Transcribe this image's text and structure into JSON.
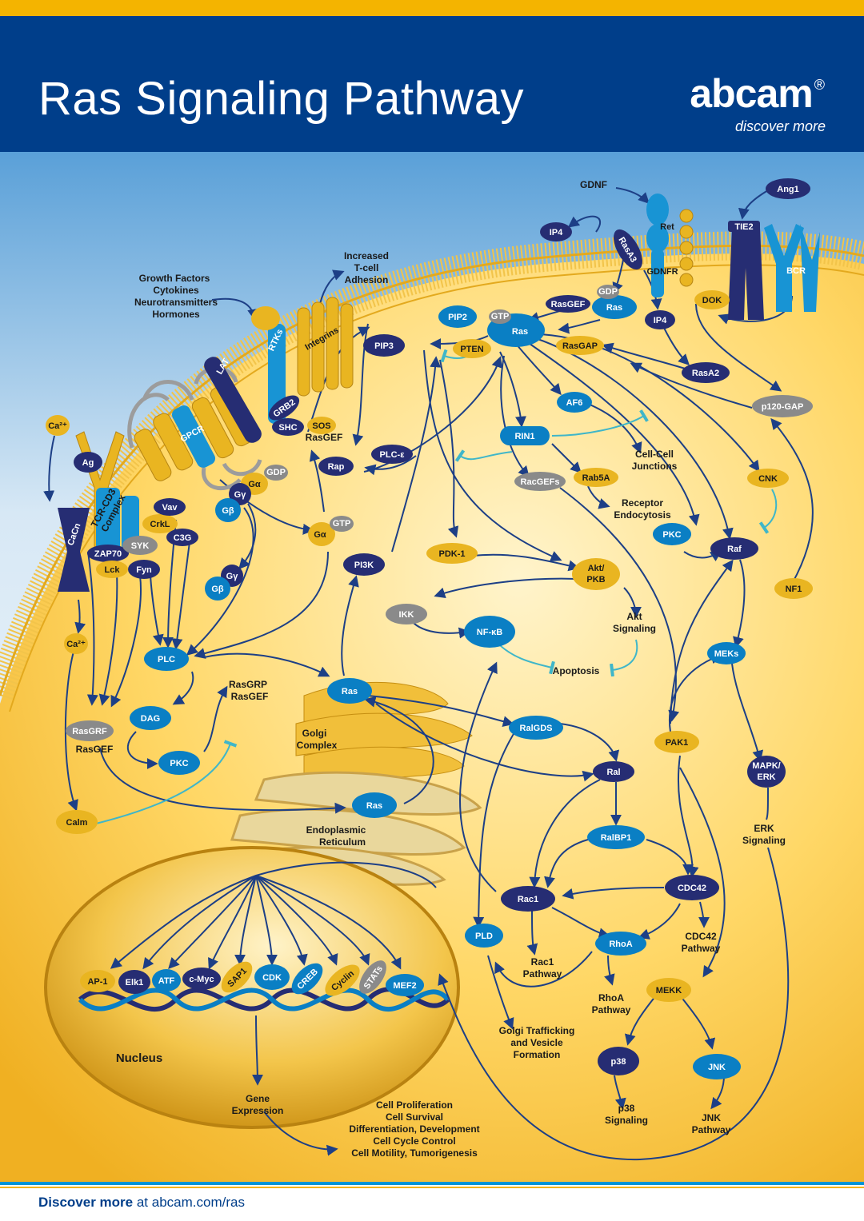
{
  "header": {
    "title": "Ras Signaling Pathway"
  },
  "logo": {
    "name": "abcam",
    "registered": "®",
    "tagline": "discover more"
  },
  "footer": {
    "bold": "Discover more",
    "rest": " at abcam.com/ras"
  },
  "colors": {
    "navy": "#003e8a",
    "blue": "#0a7fc4",
    "dark": "#262d73",
    "gold": "#e9b521",
    "grey": "#8a8a8a",
    "membrane": "#f2c44a"
  },
  "nodes": {
    "ca_out": "Ca²⁺",
    "ag": "Ag",
    "tcr": "TCR-CD3",
    "tcr2": "Complex",
    "cacn": "CaCn",
    "zap70": "ZAP70",
    "syk": "SYK",
    "lck": "Lck",
    "fyn": "Fyn",
    "crkl": "CrkL",
    "vav": "Vav",
    "c3g": "C3G",
    "gpcr": "GPCR",
    "ga": "Gα",
    "gdp": "GDP",
    "gg": "Gγ",
    "gb": "Gβ",
    "gg2": "Gγ",
    "gb2": "Gβ",
    "ga_gtp": "Gα",
    "gtp": "GTP",
    "lat": "LAT",
    "rtks": "RTKs",
    "grb2": "GRB2",
    "shc": "SHC",
    "sos": "SOS",
    "sos2": "RasGEF",
    "integrins": "Integrins",
    "rap": "Rap",
    "ip4a": "IP4",
    "gdnf": "GDNF",
    "rasa3": "RasA3",
    "gdnfr": "GDNFR",
    "ret": "Ret",
    "ras_gdp": "Ras",
    "gdp2": "GDP",
    "rasgef": "RasGEF",
    "ip4b": "IP4",
    "dok": "DOK",
    "ang1": "Ang1",
    "tie2": "TIE2",
    "bcr": "BCR",
    "pip2": "PIP2",
    "pip3": "PIP3",
    "pten": "PTEN",
    "ras_main": "Ras",
    "gtp2": "GTP",
    "rasgap": "RasGAP",
    "rasa2": "RasA2",
    "p120gap": "p120-GAP",
    "af6": "AF6",
    "rin1": "RIN1",
    "plce": "PLC-ε",
    "racgefs": "RacGEFs",
    "rab5a": "Rab5A",
    "cnk": "CNK",
    "pkc1": "PKC",
    "raf": "Raf",
    "nf1": "NF1",
    "pi3k": "PI3K",
    "pdk1": "PDK-1",
    "akt": "Akt/",
    "akt2": "PKB",
    "ikk": "IKK",
    "nfkb": "NF-κB",
    "meks": "MEKs",
    "plc": "PLC",
    "dag": "DAG",
    "pkc2": "PKC",
    "rasgrp": "RasGRP",
    "rasgrp2": "RasGEF",
    "rasgrf": "RasGRF",
    "rasgrf2": "RasGEF",
    "ca_in": "Ca²⁺",
    "calm": "Calm",
    "ras_golgi": "Ras",
    "ras_er": "Ras",
    "ralgds": "RalGDS",
    "ral": "Ral",
    "pak1": "PAK1",
    "mapk": "MAPK/",
    "mapk2": "ERK",
    "ralbp1": "RalBP1",
    "rac1": "Rac1",
    "cdc42": "CDC42",
    "pld": "PLD",
    "rhoa": "RhoA",
    "mekk": "MEKK",
    "p38": "p38",
    "jnk": "JNK",
    "ap1": "AP-1",
    "elk1": "Elk1",
    "atf": "ATF",
    "cmyc": "c-Myc",
    "sap1": "SAP1",
    "cdk": "CDK",
    "creb": "CREB",
    "cyclin": "Cyclin",
    "stats": "STATs",
    "mef2": "MEF2"
  },
  "labels": {
    "gf1": "Growth Factors",
    "gf2": "Cytokines",
    "gf3": "Neurotransmitters",
    "gf4": "Hormones",
    "tca1": "Increased",
    "tca2": "T-cell",
    "tca3": "Adhesion",
    "ccj1": "Cell-Cell",
    "ccj2": "Junctions",
    "re1": "Receptor",
    "re2": "Endocytosis",
    "akts1": "Akt",
    "akts2": "Signaling",
    "apop": "Apoptosis",
    "golgi1": "Golgi",
    "golgi2": "Complex",
    "er1": "Endoplasmic",
    "er2": "Reticulum",
    "erks1": "ERK",
    "erks2": "Signaling",
    "rac1p1": "Rac1",
    "rac1p2": "Pathway",
    "cdc42p1": "CDC42",
    "cdc42p2": "Pathway",
    "rhoap1": "RhoA",
    "rhoap2": "Pathway",
    "gt1": "Golgi Trafficking",
    "gt2": "and Vesicle",
    "gt3": "Formation",
    "p38s1": "p38",
    "p38s2": "Signaling",
    "jnkp1": "JNK",
    "jnkp2": "Pathway",
    "nucleus": "Nucleus",
    "ge1": "Gene",
    "ge2": "Expression",
    "out1": "Cell Proliferation",
    "out2": "Cell Survival",
    "out3": "Differentiation, Development",
    "out4": "Cell Cycle Control",
    "out5": "Cell Motility, Tumorigenesis"
  }
}
